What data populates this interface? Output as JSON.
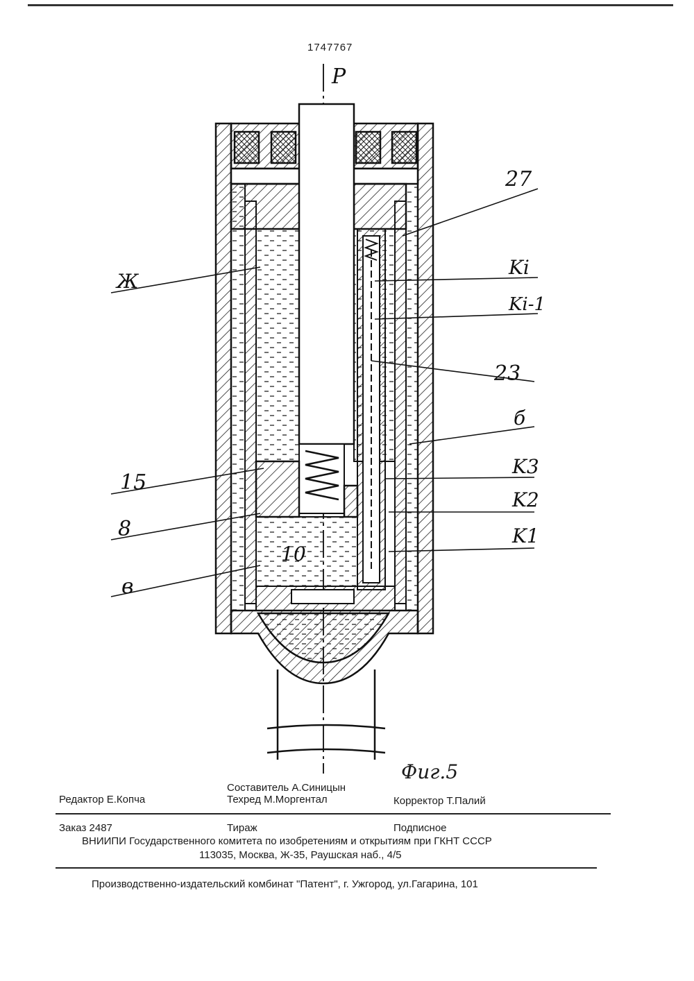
{
  "header": {
    "patent_number": "1747767"
  },
  "drawing": {
    "labels": {
      "force": "P",
      "zh": "Ж",
      "c27": "27",
      "ki": "Ki",
      "ki1": "Ki-1",
      "c23": "23",
      "b": "б",
      "k3": "K3",
      "k2": "K2",
      "k1": "K1",
      "c15": "15",
      "c8": "8",
      "v": "в",
      "c10": "10"
    },
    "figure_caption": "Фиг.5"
  },
  "colophon": {
    "editor": "Редактор  Е.Копча",
    "compiler": "Составитель  А.Синицын",
    "techred": "Техред М.Моргентал",
    "corrector": "Корректор  Т.Палий",
    "order": "Заказ  2487",
    "circulation": "Тираж",
    "subscription": "Подписное",
    "institute": "ВНИИПИ Государственного комитета по изобретениям и открытиям при ГКНТ СССР",
    "address": "113035, Москва, Ж-35, Раушская наб., 4/5",
    "printer": "Производственно-издательский комбинат \"Патент\", г. Ужгород, ул.Гагарина, 101"
  }
}
